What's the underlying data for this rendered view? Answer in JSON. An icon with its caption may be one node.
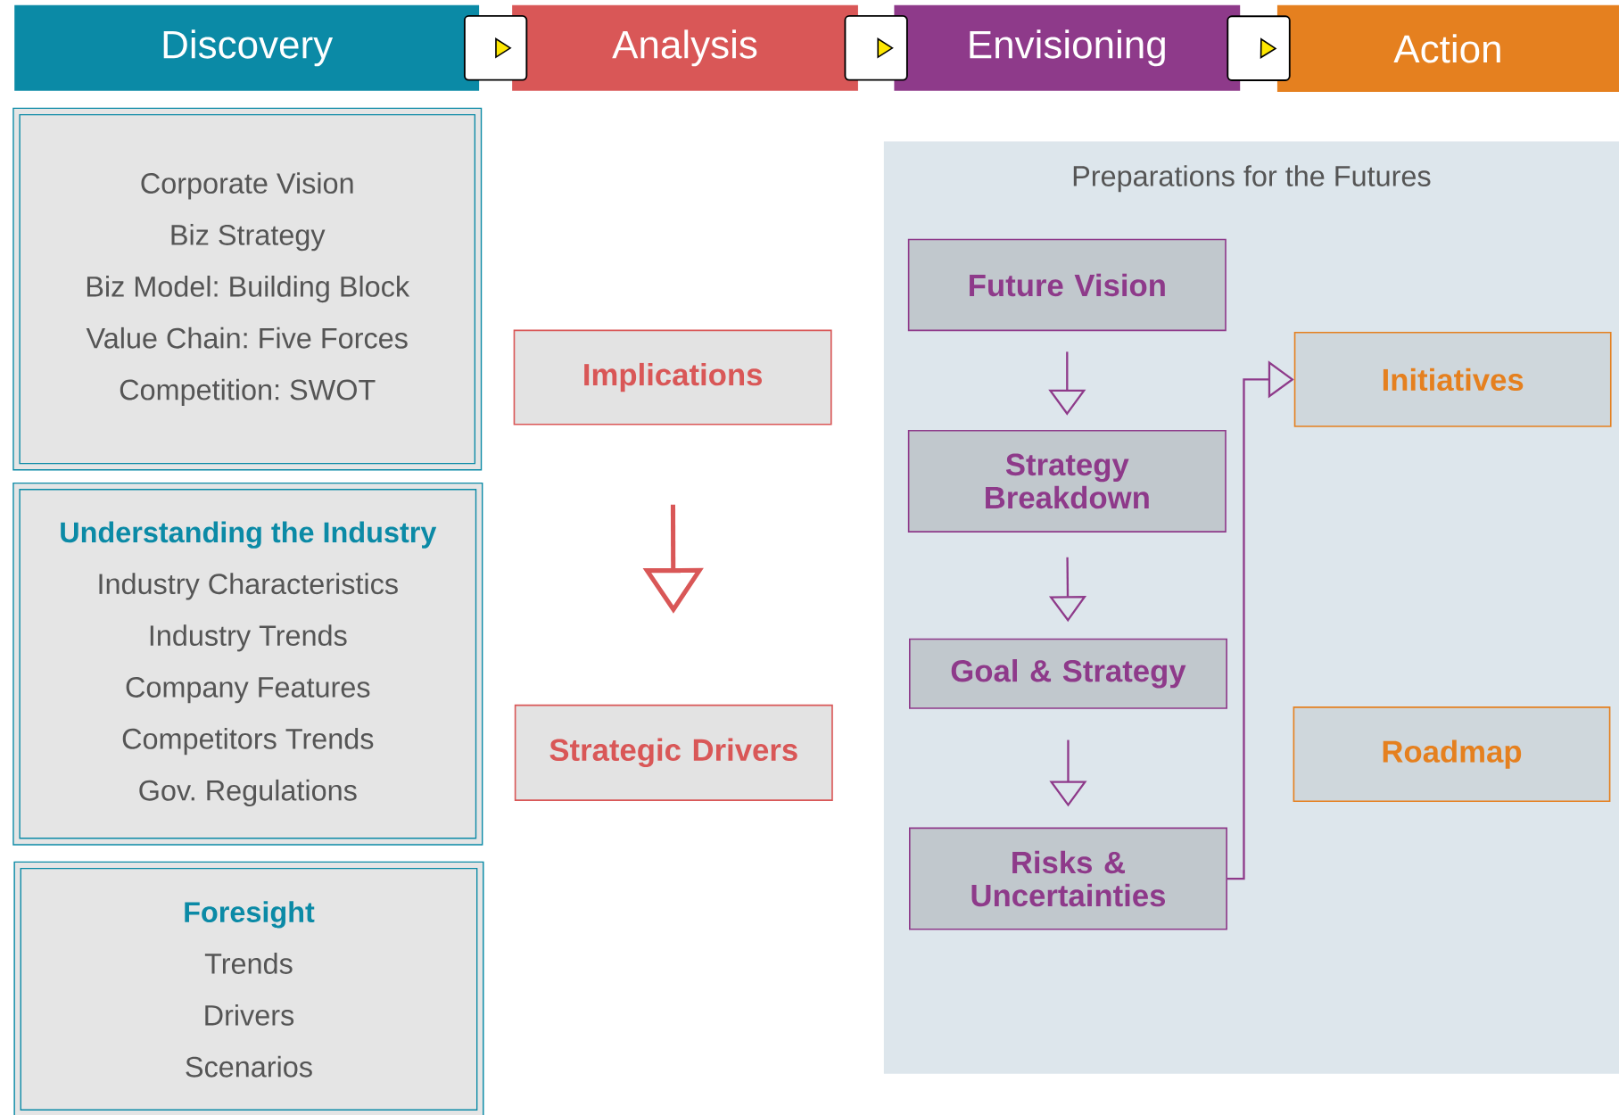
{
  "diagram": {
    "nodes": [
      {
        "text": [
          "Discovery"
        ]
      },
      {
        "text": [
          "Analysis"
        ]
      },
      {
        "text": [
          "Envisioning"
        ]
      },
      {
        "text": [
          "Action"
        ]
      },
      {
        "text": [
          "Corporate Vision",
          "Biz Strategy",
          "Biz Model: Building Block",
          "Value Chain: Five Forces",
          "Competition: SWOT"
        ]
      },
      {
        "text": [
          "Understanding the Industry",
          "Industry Characteristics",
          "Industry Trends",
          "Company Features",
          "Competitors Trends",
          "Gov. Regulations"
        ]
      },
      {
        "text": [
          "Foresight",
          "Trends",
          "Drivers",
          "Scenarios"
        ]
      },
      {
        "text": [
          "Implications"
        ]
      },
      {
        "text": [
          "Strategic Drivers"
        ]
      },
      {
        "text": [
          "Preparations for the Futures"
        ]
      },
      {
        "text": [
          "Future Vision"
        ],
        "in": 9
      },
      {
        "text": [
          "Strategy Breakdown"
        ],
        "in": 9
      },
      {
        "text": [
          "Goal & Strategy"
        ],
        "in": 9
      },
      {
        "text": [
          "Risks & Uncertainties"
        ],
        "in": 9
      },
      {
        "text": [
          "Initiatives"
        ],
        "in": 9
      },
      {
        "text": [
          "Roadmap"
        ],
        "in": 9
      }
    ],
    "edges": [
      {
        "from": 0,
        "to": 1,
        "arrow": "to"
      },
      {
        "from": 1,
        "to": 2,
        "arrow": "to"
      },
      {
        "from": 2,
        "to": 3,
        "arrow": "to"
      },
      {
        "from": 7,
        "to": 8,
        "arrow": "to",
        "color": "#d95757",
        "style": "thick"
      },
      {
        "from": 10,
        "to": 11,
        "arrow": "to",
        "color": "#8e3a8a"
      },
      {
        "from": 11,
        "to": 12,
        "arrow": "to",
        "color": "#8e3a8a"
      },
      {
        "from": 12,
        "to": 13,
        "arrow": "to",
        "color": "#8e3a8a"
      },
      {
        "from": 13,
        "to": 14,
        "arrow": "to",
        "color": "#8e3a8a"
      }
    ]
  }
}
